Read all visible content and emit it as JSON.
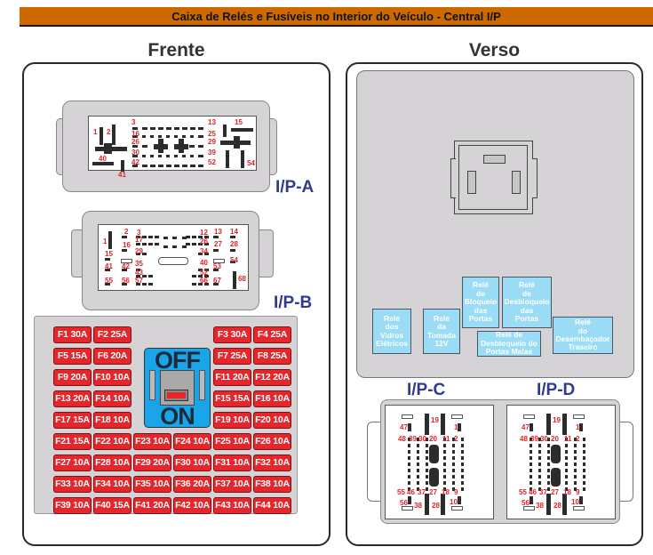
{
  "title": "Caixa de Relés e Fusíveis no Interior do Veículo - Central I/P",
  "front": {
    "title": "Frente",
    "connector_a": {
      "label": "I/P-A",
      "pins": [
        "1",
        "2",
        "3",
        "13",
        "15",
        "16",
        "25",
        "26",
        "29",
        "30",
        "39",
        "40",
        "41",
        "42",
        "52",
        "54"
      ]
    },
    "connector_b": {
      "label": "I/P-B",
      "pins": [
        "1",
        "2",
        "3",
        "12",
        "13",
        "14",
        "15",
        "16",
        "17",
        "26",
        "27",
        "28",
        "29",
        "34",
        "35",
        "40",
        "41",
        "42",
        "43",
        "52",
        "53",
        "54",
        "55",
        "56",
        "57",
        "66",
        "67",
        "68"
      ]
    },
    "switch": {
      "off_label": "OFF",
      "on_label": "ON",
      "state": "ON"
    },
    "fuses": [
      {
        "id": "F1",
        "amp": "30A"
      },
      {
        "id": "F2",
        "amp": "25A"
      },
      {
        "id": "F3",
        "amp": "30A"
      },
      {
        "id": "F4",
        "amp": "25A"
      },
      {
        "id": "F5",
        "amp": "15A"
      },
      {
        "id": "F6",
        "amp": "20A"
      },
      {
        "id": "F7",
        "amp": "25A"
      },
      {
        "id": "F8",
        "amp": "25A"
      },
      {
        "id": "F9",
        "amp": "20A"
      },
      {
        "id": "F10",
        "amp": "10A"
      },
      {
        "id": "F11",
        "amp": "20A"
      },
      {
        "id": "F12",
        "amp": "20A"
      },
      {
        "id": "F13",
        "amp": "20A"
      },
      {
        "id": "F14",
        "amp": "10A"
      },
      {
        "id": "F15",
        "amp": "15A"
      },
      {
        "id": "F16",
        "amp": "10A"
      },
      {
        "id": "F17",
        "amp": "15A"
      },
      {
        "id": "F18",
        "amp": "10A"
      },
      {
        "id": "F19",
        "amp": "10A"
      },
      {
        "id": "F20",
        "amp": "10A"
      },
      {
        "id": "F21",
        "amp": "15A"
      },
      {
        "id": "F22",
        "amp": "10A"
      },
      {
        "id": "F23",
        "amp": "10A"
      },
      {
        "id": "F24",
        "amp": "10A"
      },
      {
        "id": "F25",
        "amp": "10A"
      },
      {
        "id": "F26",
        "amp": "10A"
      },
      {
        "id": "F27",
        "amp": "10A"
      },
      {
        "id": "F28",
        "amp": "10A"
      },
      {
        "id": "F29",
        "amp": "20A"
      },
      {
        "id": "F30",
        "amp": "10A"
      },
      {
        "id": "F31",
        "amp": "10A"
      },
      {
        "id": "F32",
        "amp": "10A"
      },
      {
        "id": "F33",
        "amp": "10A"
      },
      {
        "id": "F34",
        "amp": "10A"
      },
      {
        "id": "F35",
        "amp": "10A"
      },
      {
        "id": "F36",
        "amp": "20A"
      },
      {
        "id": "F37",
        "amp": "10A"
      },
      {
        "id": "F38",
        "amp": "10A"
      },
      {
        "id": "F39",
        "amp": "10A"
      },
      {
        "id": "F40",
        "amp": "15A"
      },
      {
        "id": "F41",
        "amp": "20A"
      },
      {
        "id": "F42",
        "amp": "10A"
      },
      {
        "id": "F43",
        "amp": "10A"
      },
      {
        "id": "F44",
        "amp": "10A"
      }
    ]
  },
  "back": {
    "title": "Verso",
    "relays": [
      {
        "name": "Relé\ndos\nVidros\nElétricos"
      },
      {
        "name": "Relé\nda\nTomada\n12V"
      },
      {
        "name": "Relé\nde\nBloqueio\ndas\nPortas"
      },
      {
        "name": "Relé\nde\nDesbloqueio\ndas\nPortas"
      },
      {
        "name": "Relé de\nDesbloqueio do\nPortas Malas"
      },
      {
        "name": "Relé\ndo\nDesembaçador\nTraseiro"
      }
    ],
    "connector_c": {
      "label": "I/P-C",
      "pins": [
        "1",
        "2",
        "9",
        "10",
        "11",
        "18",
        "19",
        "20",
        "27",
        "28",
        "30",
        "37",
        "38",
        "39",
        "46",
        "47",
        "48",
        "55",
        "56"
      ]
    },
    "connector_d": {
      "label": "I/P-D",
      "pins": [
        "1",
        "2",
        "9",
        "10",
        "11",
        "18",
        "19",
        "20",
        "27",
        "28",
        "30",
        "37",
        "38",
        "39",
        "46",
        "47",
        "48",
        "55",
        "56"
      ]
    }
  }
}
